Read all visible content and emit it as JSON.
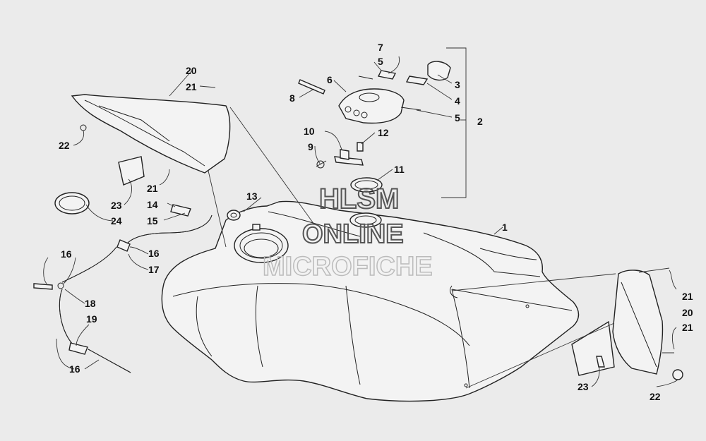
{
  "watermark": {
    "line1": "HLSM",
    "line2": "ONLINE",
    "line3": "MICROFICHE"
  },
  "callouts": [
    {
      "id": "c1",
      "text": "1"
    },
    {
      "id": "c2",
      "text": "2"
    },
    {
      "id": "c3",
      "text": "3"
    },
    {
      "id": "c4",
      "text": "4"
    },
    {
      "id": "c5a",
      "text": "5"
    },
    {
      "id": "c5b",
      "text": "5"
    },
    {
      "id": "c6",
      "text": "6"
    },
    {
      "id": "c7",
      "text": "7"
    },
    {
      "id": "c8",
      "text": "8"
    },
    {
      "id": "c9",
      "text": "9"
    },
    {
      "id": "c10",
      "text": "10"
    },
    {
      "id": "c11",
      "text": "11"
    },
    {
      "id": "c12",
      "text": "12"
    },
    {
      "id": "c13",
      "text": "13"
    },
    {
      "id": "c14",
      "text": "14"
    },
    {
      "id": "c15",
      "text": "15"
    },
    {
      "id": "c16a",
      "text": "16"
    },
    {
      "id": "c16b",
      "text": "16"
    },
    {
      "id": "c16c",
      "text": "16"
    },
    {
      "id": "c17",
      "text": "17"
    },
    {
      "id": "c18",
      "text": "18"
    },
    {
      "id": "c19",
      "text": "19"
    },
    {
      "id": "c20a",
      "text": "20"
    },
    {
      "id": "c20b",
      "text": "20"
    },
    {
      "id": "c21a",
      "text": "21"
    },
    {
      "id": "c21b",
      "text": "21"
    },
    {
      "id": "c21c",
      "text": "21"
    },
    {
      "id": "c21d",
      "text": "21"
    },
    {
      "id": "c22a",
      "text": "22"
    },
    {
      "id": "c22b",
      "text": "22"
    },
    {
      "id": "c23a",
      "text": "23"
    },
    {
      "id": "c23b",
      "text": "23"
    },
    {
      "id": "c24",
      "text": "24"
    }
  ]
}
